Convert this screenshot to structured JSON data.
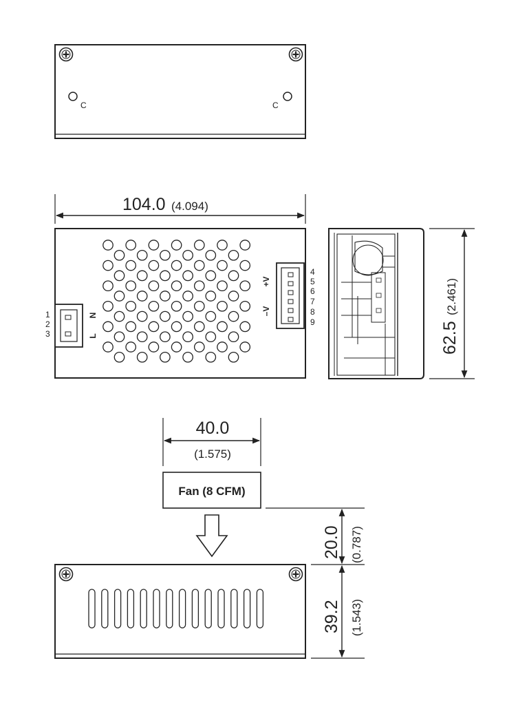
{
  "top_view": {
    "mount_hole_left": "C",
    "mount_hole_right": "C"
  },
  "front_view": {
    "width": {
      "metric": "104.0",
      "inch": "(4.094)"
    },
    "input_connector": {
      "pins": [
        "1",
        "2",
        "3"
      ],
      "labels": [
        "N",
        "L"
      ]
    },
    "output_connector": {
      "pins": [
        "4",
        "5",
        "6",
        "7",
        "8",
        "9"
      ],
      "labels": [
        "+V",
        "–V"
      ]
    }
  },
  "side_view": {
    "height": {
      "metric": "62.5",
      "inch": "(2.461)"
    }
  },
  "fan": {
    "label": "Fan (8 CFM)",
    "width": {
      "metric": "40.0",
      "inch": "(1.575)"
    },
    "clearance": {
      "metric": "20.0",
      "inch": "(0.787)"
    },
    "airflow_icon": "down-arrow-outline-icon"
  },
  "bottom_view": {
    "height": {
      "metric": "39.2",
      "inch": "(1.543)"
    },
    "slot_count": 14
  },
  "colors": {
    "line": "#222222",
    "background": "#ffffff"
  }
}
